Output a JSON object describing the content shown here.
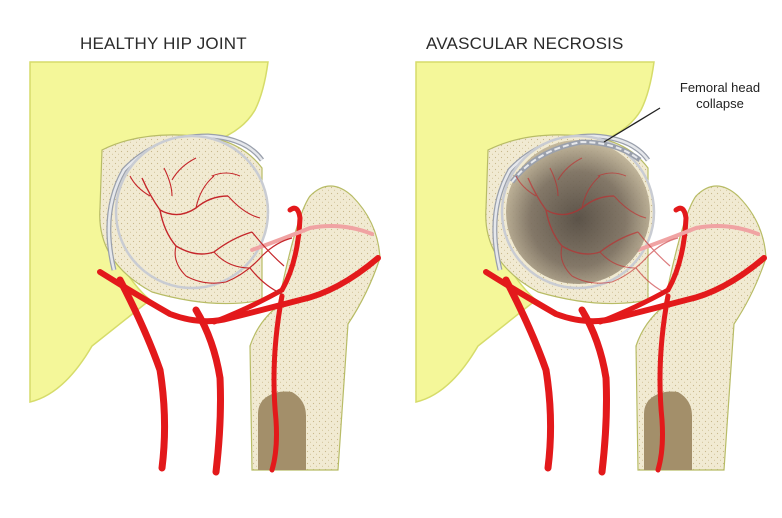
{
  "panels": [
    {
      "title": "HEALTHY HIP JOINT",
      "state": "healthy"
    },
    {
      "title": "AVASCULAR NECROSIS",
      "state": "necrosis"
    }
  ],
  "callout": {
    "line1": "Femoral head",
    "line2": "collapse"
  },
  "colors": {
    "pelvis": "#f4f799",
    "pelvis_stroke": "#c7d14a",
    "bone": "#f1ead2",
    "bone_stroke": "#b8bc66",
    "marrow": "#a38f6a",
    "artery": "#e3191b",
    "cartilage": "#c9ccd3",
    "necrosis": "#6e6356"
  }
}
